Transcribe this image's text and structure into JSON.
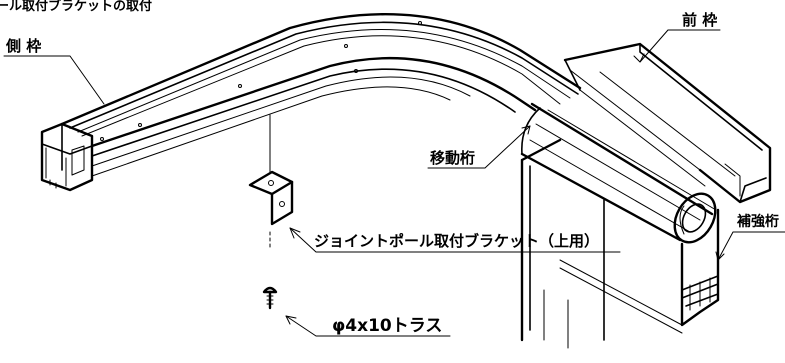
{
  "labels": {
    "header_fragment": "ール取付ブラケットの取付",
    "side_frame": "側 枠",
    "front_frame": "前 枠",
    "moving_beam": "移動桁",
    "reinforcing_beam": "補強桁",
    "joint_pole_bracket": "ジョイントポール取付ブラケット（上用）",
    "screw": "φ4x10トラス"
  }
}
